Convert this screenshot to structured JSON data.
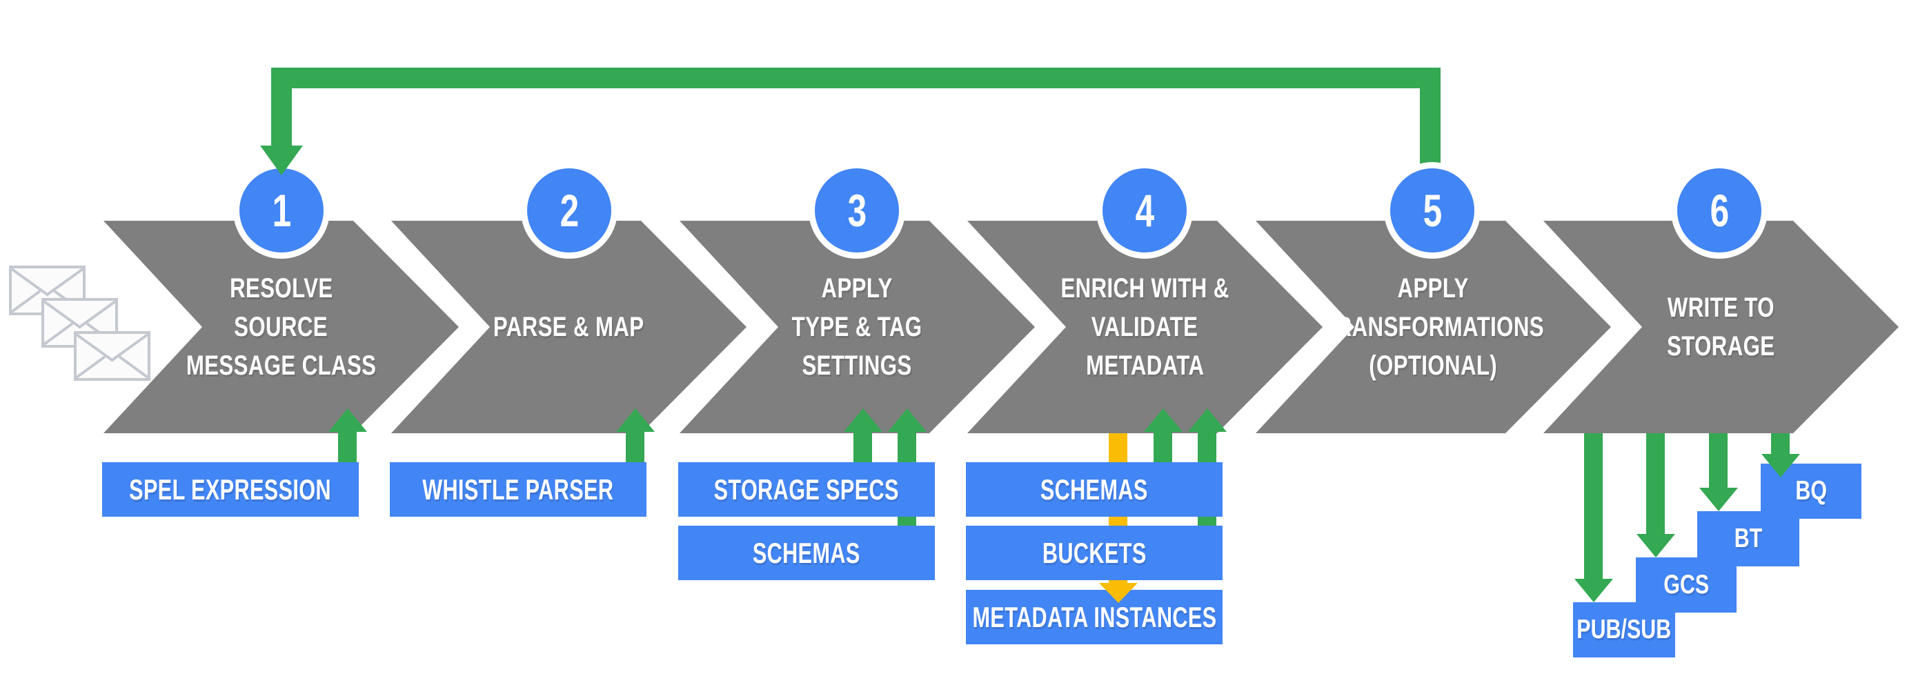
{
  "diagram": "data-ingestion-pipeline",
  "steps": [
    {
      "number": "1",
      "lines": [
        "RESOLVE",
        "SOURCE",
        "MESSAGE CLASS"
      ]
    },
    {
      "number": "2",
      "lines": [
        "PARSE & MAP"
      ]
    },
    {
      "number": "3",
      "lines": [
        "APPLY",
        "TYPE & TAG",
        "SETTINGS"
      ]
    },
    {
      "number": "4",
      "lines": [
        "ENRICH WITH &",
        "VALIDATE",
        "METADATA"
      ]
    },
    {
      "number": "5",
      "lines": [
        "APPLY",
        "TRANSFORMATIONS",
        "(OPTIONAL)"
      ]
    },
    {
      "number": "6",
      "lines": [
        "WRITE TO",
        "STORAGE"
      ]
    }
  ],
  "tools": {
    "step1": [
      "SPEL EXPRESSION"
    ],
    "step2": [
      "WHISTLE PARSER"
    ],
    "step3": [
      "STORAGE SPECS",
      "SCHEMAS"
    ],
    "step4": [
      "SCHEMAS",
      "BUCKETS",
      "METADATA INSTANCES"
    ]
  },
  "sinks": [
    "PUB/SUB",
    "GCS",
    "BT",
    "BQ"
  ],
  "icons": {
    "input": "envelope-stack"
  },
  "colors": {
    "process_gray": "#7F7F7F",
    "accent_blue": "#4285F4",
    "accent_green": "#34A853",
    "accent_yellow": "#FBBC05",
    "envelope_stroke": "#C4C8D0",
    "envelope_fill": "#FBFBFB",
    "label_white": "#FFFFFF"
  }
}
